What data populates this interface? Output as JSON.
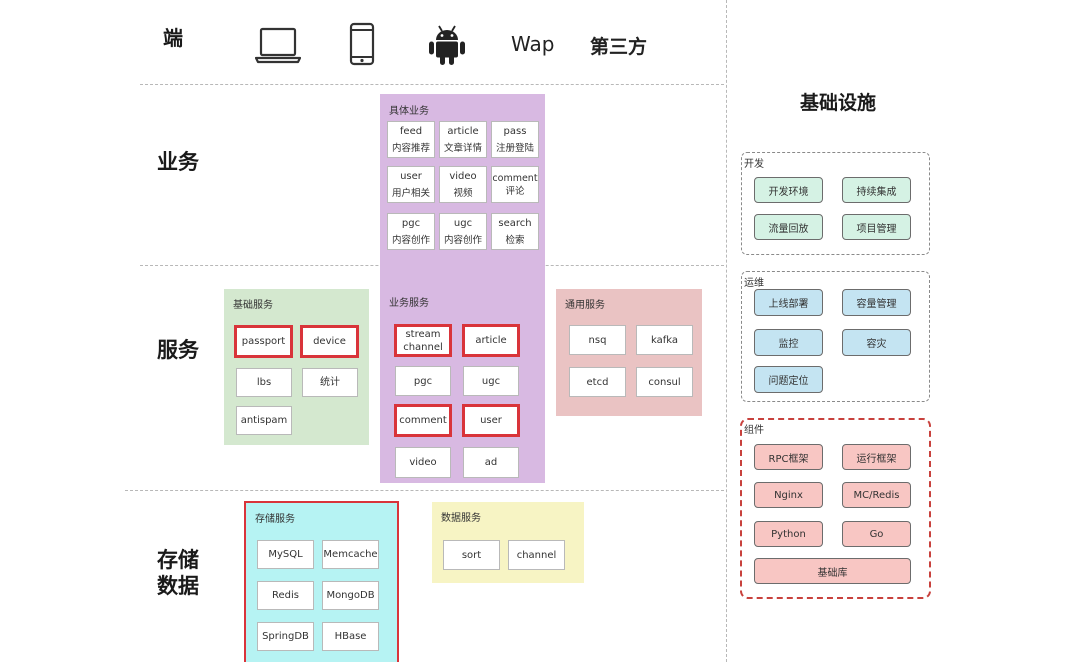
{
  "rows": {
    "duan": "端",
    "yewu": "业务",
    "fuwu": "服务",
    "cunchu": [
      "存储",
      "数据"
    ]
  },
  "endpoints": {
    "wap": "Wap",
    "third_party": "第三方",
    "icons": [
      "laptop-icon",
      "phone-icon",
      "android-icon"
    ]
  },
  "business": {
    "title": "具体业务",
    "items": [
      {
        "en": "feed",
        "zh": "内容推荐"
      },
      {
        "en": "article",
        "zh": "文章详情"
      },
      {
        "en": "pass",
        "zh": "注册登陆"
      },
      {
        "en": "user",
        "zh": "用户相关"
      },
      {
        "en": "video",
        "zh": "视频"
      },
      {
        "en": "comment",
        "zh": "评论"
      },
      {
        "en": "pgc",
        "zh": "内容创作"
      },
      {
        "en": "ugc",
        "zh": "内容创作"
      },
      {
        "en": "search",
        "zh": "检索"
      }
    ]
  },
  "basic_services": {
    "title": "基础服务",
    "items": [
      "passport",
      "device",
      "lbs",
      "统计",
      "antispam"
    ]
  },
  "biz_services": {
    "title": "业务服务",
    "items": [
      [
        "stream",
        "channel"
      ],
      [
        "article"
      ],
      [
        "pgc"
      ],
      [
        "ugc"
      ],
      [
        "comment"
      ],
      [
        "user"
      ],
      [
        "video"
      ],
      [
        "ad"
      ]
    ]
  },
  "common_services": {
    "title": "通用服务",
    "items": [
      "nsq",
      "kafka",
      "etcd",
      "consul"
    ]
  },
  "storage": {
    "title": "存储服务",
    "items": [
      "MySQL",
      "Memcache",
      "Redis",
      "MongoDB",
      "SpringDB",
      "HBase"
    ]
  },
  "data_services": {
    "title": "数据服务",
    "items": [
      "sort",
      "channel"
    ]
  },
  "infra": {
    "title": "基础设施",
    "dev": {
      "title": "开发",
      "items": [
        "开发环境",
        "持续集成",
        "流量回放",
        "项目管理"
      ]
    },
    "ops": {
      "title": "运维",
      "items": [
        "上线部署",
        "容量管理",
        "监控",
        "容灾",
        "问题定位"
      ]
    },
    "components": {
      "title": "组件",
      "items": [
        "RPC框架",
        "运行框架",
        "Nginx",
        "MC/Redis",
        "Python",
        "Go",
        "基础库"
      ]
    }
  },
  "colors": {
    "business_purple": "#d8b9e2",
    "basic_green": "#d4e8cf",
    "common_pink": "#eac3c3",
    "storage_cyan": "#b6f3f3",
    "data_yellow": "#f7f4c4",
    "dev_green": "#d5f2e4",
    "ops_blue": "#c4e4f2",
    "component_red": "#f8c6c3",
    "highlight_red": "#d9343a"
  }
}
